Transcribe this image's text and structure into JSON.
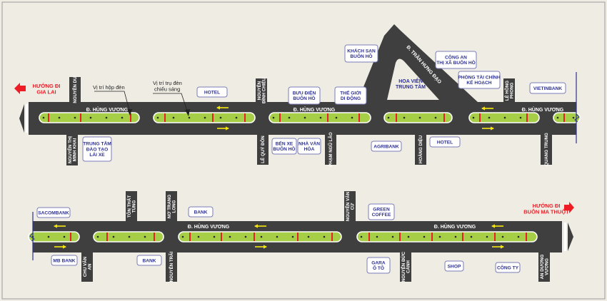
{
  "road_name": "Đ. HÙNG VƯƠNG",
  "tran_hung_dao": "Đ. TRẦN HƯNG ĐẠO",
  "park": [
    "HOA VIÊN",
    "TRUNG TÂM"
  ],
  "directions": {
    "gia_lai": [
      "HƯỚNG ĐI",
      "GIA LAI"
    ],
    "buon_ma_thuot": [
      "HƯỚNG ĐI",
      "BUÔN MA THUỘT"
    ]
  },
  "annotations": {
    "light_box": [
      "Vị trí hộp đèn"
    ],
    "light_pole": [
      "Vị trí trụ đèn",
      "chiếu sáng"
    ]
  },
  "streets": {
    "nguyen_du": [
      "NGUYỄN DU"
    ],
    "nguyen_thi_minh_khai": [
      "NGUYỄN THỊ",
      "MINH KHAI"
    ],
    "nguyen_dinh_chieu": [
      "NGUYỄN",
      "ĐÌNH CHIỂU"
    ],
    "le_quy_don": [
      "LÊ QUÝ ĐÔN"
    ],
    "pham_ngu_lao": [
      "PHẠM NGŨ LÃO"
    ],
    "hoang_dieu": [
      "HOÀNG DIỆU"
    ],
    "le_hong_phong": [
      "LÊ HỒNG",
      "PHONG"
    ],
    "quang_trung": [
      "QUANG TRUNG"
    ],
    "ton_that_tung": [
      "TÔN THẤT",
      "TÙNG"
    ],
    "no_trang_long": [
      "NƠ TRANG",
      "LONG"
    ],
    "chu_van_an": [
      "CHU VĂN",
      "AN"
    ],
    "nguyen_trai": [
      "NGUYỄN TRÃI"
    ],
    "nguyen_van_cu": [
      "NGUYỄN VĂN",
      "CỪ"
    ],
    "nguyen_duc_canh": [
      "NGUYỄN ĐỨC",
      "CẢNH"
    ],
    "an_duong_vuong": [
      "AN DƯƠNG",
      "VƯƠNG"
    ]
  },
  "landmarks": {
    "hotel_top": [
      "HOTEL"
    ],
    "buu_dien": [
      "BƯU ĐIỆN",
      "BUÔN HỒ"
    ],
    "the_gioi_di_dong": [
      "THẾ GIỚI",
      "DI ĐỘNG"
    ],
    "khach_san": [
      "KHÁCH SẠN",
      "BUÔN HỒ"
    ],
    "cong_an": [
      "CÔNG AN",
      "THỊ XÃ BUÔN HỒ"
    ],
    "phong_tai_chinh": [
      "PHÒNG TÀI CHÍNH",
      "KẾ HOẠCH"
    ],
    "vietinbank": [
      "VIETINBANK"
    ],
    "trung_tam_dao_tao": [
      "TRUNG TÂM",
      "ĐÀO TẠO",
      "LÁI XE"
    ],
    "ben_xe": [
      "BẾN XE",
      "BUÔN HỒ"
    ],
    "nha_van_hoa": [
      "NHÀ VĂN",
      "HÓA"
    ],
    "agribank": [
      "AGRIBANK"
    ],
    "hotel_bottom": [
      "HOTEL"
    ],
    "sacombank": [
      "SACOMBANK"
    ],
    "mb_bank": [
      "MB BANK"
    ],
    "bank_top": [
      "BANK"
    ],
    "bank_bottom": [
      "BANK"
    ],
    "green_coffee": [
      "GREEN",
      "COFFEE"
    ],
    "gara": [
      "GARA",
      "Ô TÔ"
    ],
    "shop": [
      "SHOP"
    ],
    "cong_ty": [
      "CÔNG TY"
    ]
  },
  "colors": {
    "road": "#3f3f3f",
    "median": "#a6ce47",
    "light_box": "#e8202a",
    "label": "#2e3192",
    "direction": "#ee1c25",
    "traffic_arrow": "#f5e60f"
  }
}
